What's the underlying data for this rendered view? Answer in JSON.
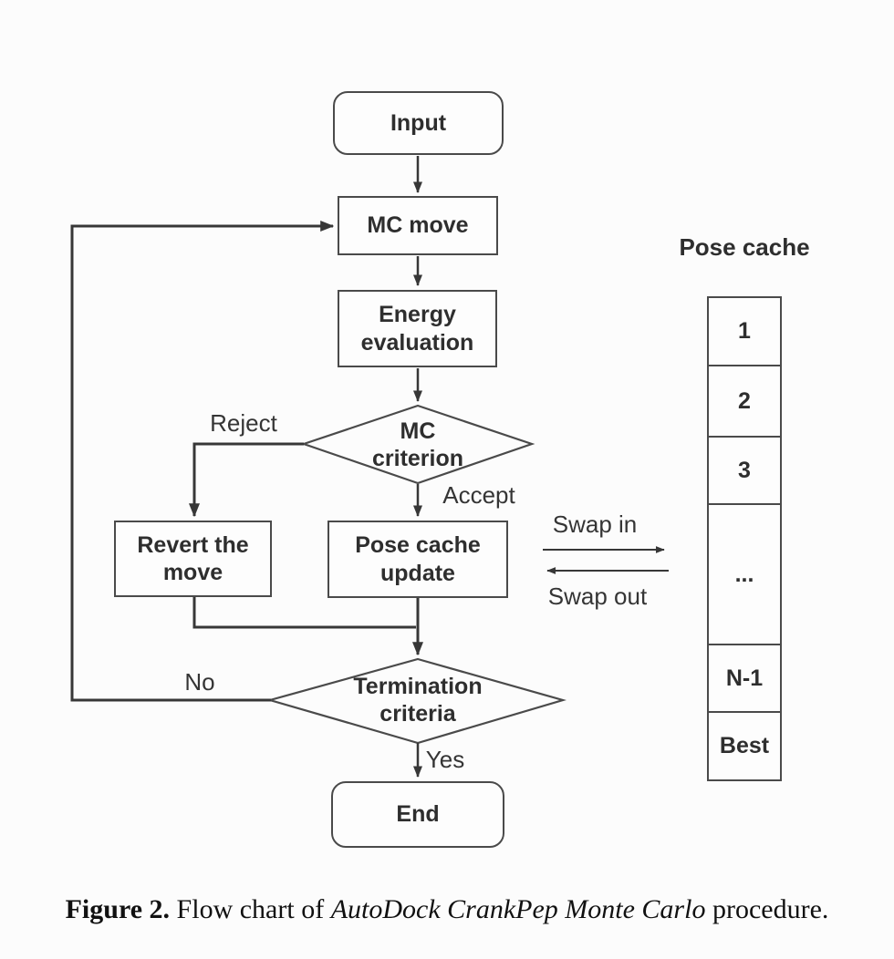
{
  "figure": {
    "type": "flowchart",
    "background": "#fcfcfc",
    "line_color": "#373737",
    "text_color": "#2e2e2e"
  },
  "nodes": {
    "input": {
      "label": "Input",
      "shape": "rounded"
    },
    "mc_move": {
      "label": "MC move",
      "shape": "rect"
    },
    "energy": {
      "label": "Energy\nevaluation",
      "shape": "rect"
    },
    "mc_criterion": {
      "label": "MC\ncriterion",
      "shape": "diamond"
    },
    "revert": {
      "label": "Revert the\nmove",
      "shape": "rect"
    },
    "pose_update": {
      "label": "Pose cache\nupdate",
      "shape": "rect"
    },
    "termination": {
      "label": "Termination\ncriteria",
      "shape": "diamond"
    },
    "end": {
      "label": "End",
      "shape": "rounded"
    }
  },
  "edge_labels": {
    "reject": "Reject",
    "accept": "Accept",
    "no": "No",
    "yes": "Yes",
    "swap_in": "Swap in",
    "swap_out": "Swap out"
  },
  "pose_cache": {
    "title": "Pose cache",
    "cells": [
      "1",
      "2",
      "3",
      "...",
      "N-1",
      "Best"
    ]
  },
  "caption": {
    "bold": "Figure 2.",
    "normal1": " Flow chart of ",
    "italic": "AutoDock CrankPep Monte Carlo",
    "normal2": " procedure."
  }
}
